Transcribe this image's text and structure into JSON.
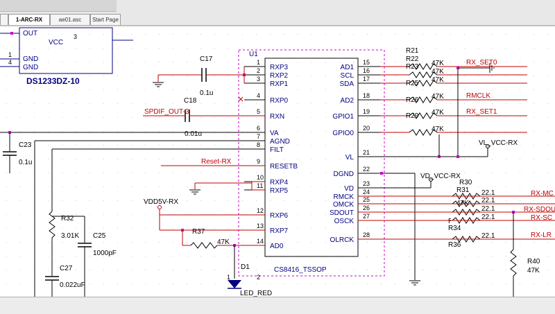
{
  "tabs": [
    {
      "label": "1-ARC-RX",
      "active": true
    },
    {
      "label": "ae01.asc",
      "active": false
    },
    {
      "label": "Start Page",
      "active": false
    }
  ],
  "regulator": {
    "pins": {
      "out": "OUT",
      "gnd1": "GND",
      "gnd2": "GND",
      "vcc": "VCC"
    },
    "pin_numbers": {
      "p1": "1",
      "p4": "4",
      "p3": "3"
    },
    "part": "DS1233DZ-10"
  },
  "chip": {
    "ref": "U1",
    "part": "CS8416_TSSOP",
    "left_pins": [
      {
        "num": "1",
        "name": "RXP3"
      },
      {
        "num": "2",
        "name": "RXP2"
      },
      {
        "num": "3",
        "name": "RXP1"
      },
      {
        "num": "4",
        "name": "RXP0"
      },
      {
        "num": "5",
        "name": "RXN"
      },
      {
        "num": "6",
        "name": "VA"
      },
      {
        "num": "7",
        "name": "AGND"
      },
      {
        "num": "8",
        "name": "FILT"
      },
      {
        "num": "9",
        "name": "RESETB"
      },
      {
        "num": "10",
        "name": "RXP4"
      },
      {
        "num": "11",
        "name": "RXP5"
      },
      {
        "num": "12",
        "name": "RXP6"
      },
      {
        "num": "13",
        "name": "RXP7"
      },
      {
        "num": "14",
        "name": "AD0"
      }
    ],
    "right_pins": [
      {
        "num": "15",
        "name": "AD1"
      },
      {
        "num": "16",
        "name": "SCL"
      },
      {
        "num": "17",
        "name": "SDA"
      },
      {
        "num": "18",
        "name": "AD2"
      },
      {
        "num": "19",
        "name": "GPIO1"
      },
      {
        "num": "20",
        "name": "GPIO0"
      },
      {
        "num": "21",
        "name": "VL"
      },
      {
        "num": "22",
        "name": "DGND"
      },
      {
        "num": "23",
        "name": "VD"
      },
      {
        "num": "24",
        "name": "RMCK"
      },
      {
        "num": "25",
        "name": "OMCK"
      },
      {
        "num": "26",
        "name": "SDOUT"
      },
      {
        "num": "27",
        "name": "OSCK"
      },
      {
        "num": "28",
        "name": "OLRCK"
      }
    ]
  },
  "components": {
    "c17": {
      "ref": "C17",
      "value": "0.1u"
    },
    "c18": {
      "ref": "C18",
      "value": "0.01u"
    },
    "c23": {
      "ref": "C23",
      "value": "0.1u"
    },
    "r32": {
      "ref": "R32",
      "value": "3.01K"
    },
    "c25": {
      "ref": "C25",
      "value": "1000pF"
    },
    "c27": {
      "ref": "C27",
      "value": "0.022uF"
    },
    "r37": {
      "ref": "R37",
      "value": "47K"
    },
    "d1": {
      "ref": "D1",
      "value": "LED_RED",
      "pin1": "1",
      "pin2": "2"
    },
    "r21": "R21",
    "r22": "R22",
    "r23": "R23",
    "r25": "R25",
    "r26": "R26",
    "r29": "R29",
    "r30": "R30",
    "r31": "R31",
    "r33": "R33",
    "r34": "R34",
    "r36": "R36",
    "r40": {
      "ref": "R40",
      "value": "47K"
    },
    "value_47k": "47K",
    "value_221": "22.1"
  },
  "nets": {
    "rx_set0": "RX_SET0",
    "rmclk": "RMCLK",
    "rx_set1": "RX_SET1",
    "vl_vcc": "VL_VCC-RX",
    "vd_vcc": "VD_VCC-RX",
    "spdif": "SPDIF_OUT-3",
    "reset": "Reset-RX",
    "vdd5v": "VDD5V-RX",
    "rx_mc": "RX-MC",
    "rx_sdou": "RX-SDOU",
    "rx_sc": "RX-SC",
    "rx_lr": "RX-LR"
  },
  "colors": {
    "wire": "#c00000",
    "part": "#000080",
    "body": "#000000",
    "junction": "#cc00cc"
  }
}
